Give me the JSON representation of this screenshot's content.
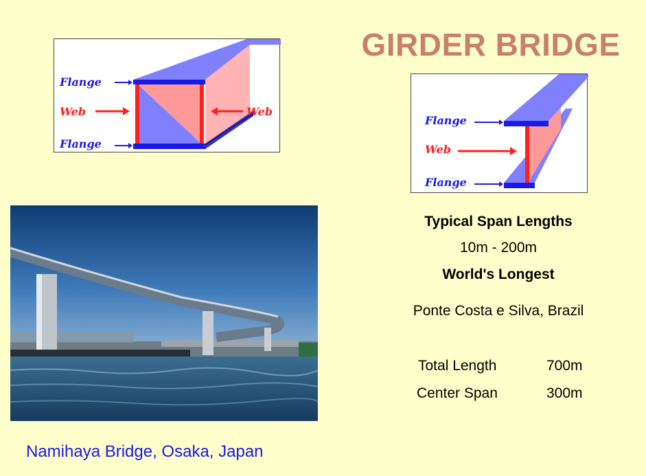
{
  "title": "GIRDER BRIDGE",
  "diagram_labels": {
    "flange": "Flange",
    "web": "Web"
  },
  "photo_caption": "Namihaya Bridge, Osaka, Japan",
  "span": {
    "heading": "Typical Span Lengths",
    "range": "10m - 200m"
  },
  "longest": {
    "heading": "World's Longest",
    "name": "Ponte Costa e Silva, Brazil",
    "stats": [
      {
        "label": "Total Length",
        "value": "700m"
      },
      {
        "label": "Center Span",
        "value": "300m"
      }
    ]
  },
  "colors": {
    "background": "#FFFFCC",
    "title": "#C8806C",
    "caption": "#1A1AE6",
    "flange": "#8080FF",
    "flange_edge": "#1A1AE6",
    "web": "#FF9999",
    "web_edge": "#FF2020"
  }
}
